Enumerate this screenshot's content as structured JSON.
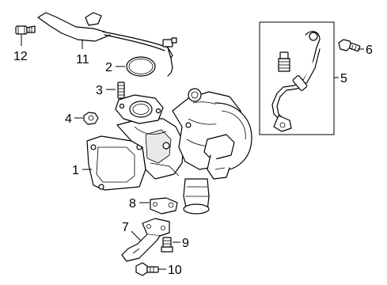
{
  "diagram": {
    "callouts": [
      {
        "id": "c1",
        "label": "1"
      },
      {
        "id": "c2",
        "label": "2"
      },
      {
        "id": "c3",
        "label": "3"
      },
      {
        "id": "c4",
        "label": "4"
      },
      {
        "id": "c5",
        "label": "5"
      },
      {
        "id": "c6",
        "label": "6"
      },
      {
        "id": "c7",
        "label": "7"
      },
      {
        "id": "c8",
        "label": "8"
      },
      {
        "id": "c9",
        "label": "9"
      },
      {
        "id": "c10",
        "label": "10"
      },
      {
        "id": "c11",
        "label": "11"
      },
      {
        "id": "c12",
        "label": "12"
      }
    ]
  }
}
